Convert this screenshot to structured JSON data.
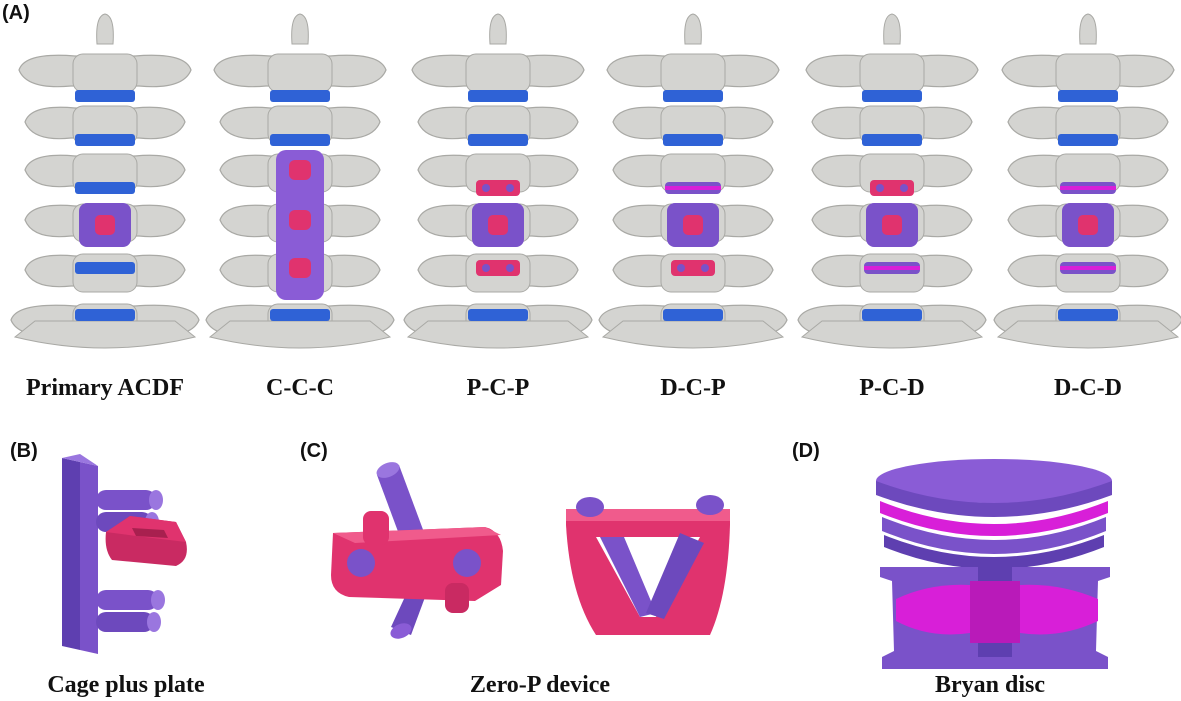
{
  "figure": {
    "panel_a": {
      "letter": "(A)",
      "models": [
        {
          "label": "Primary ACDF",
          "config": [
            "disc",
            "cage",
            "disc"
          ]
        },
        {
          "label": "C-C-C",
          "config": [
            "cage",
            "cage",
            "cage"
          ]
        },
        {
          "label": "P-C-P",
          "config": [
            "zerop",
            "cage",
            "zerop"
          ]
        },
        {
          "label": "D-C-P",
          "config": [
            "bryan",
            "cage",
            "zerop"
          ]
        },
        {
          "label": "P-C-D",
          "config": [
            "zerop",
            "cage",
            "bryan"
          ]
        },
        {
          "label": "D-C-D",
          "config": [
            "bryan",
            "cage",
            "bryan"
          ]
        }
      ]
    },
    "panel_b": {
      "letter": "(B)",
      "caption": "Cage plus plate"
    },
    "panel_c": {
      "letter": "(C)",
      "caption": "Zero-P device"
    },
    "panel_d": {
      "letter": "(D)",
      "caption": "Bryan disc"
    }
  },
  "colors": {
    "bone": "#d4d4d1",
    "bone_shadow": "#a9a9a5",
    "disc_blue": "#2f62d6",
    "cage_purple": "#7a52c9",
    "plate_purple": "#8a5cd6",
    "device_pink": "#e0336e",
    "bryan_magenta": "#d81fd8"
  }
}
